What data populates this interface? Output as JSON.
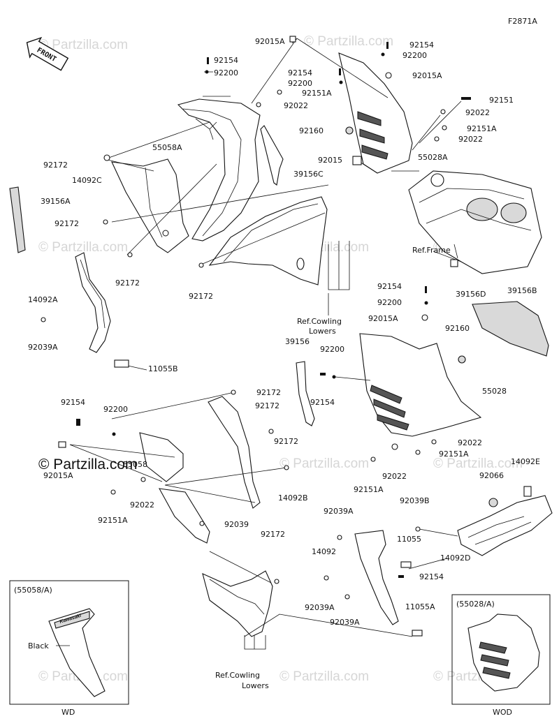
{
  "figure_code": "F2871A",
  "front_label": "FRONT",
  "watermark": "© Partzilla.com",
  "main_watermark": "© Partzilla.com",
  "labels": {
    "l92015A_top": "92015A",
    "l92154_a": "92154",
    "l92200_a": "92200",
    "l92154_b": "92154",
    "l92200_b": "92200",
    "l92154_c": "92154",
    "l92200_c": "92200",
    "l92015A_r": "92015A",
    "l92151A_a": "92151A",
    "l92022_a": "92022",
    "l92151_r": "92151",
    "l92022_r": "92022",
    "l92160_a": "92160",
    "l92151A_r": "92151A",
    "l92022_r2": "92022",
    "l55058A": "55058A",
    "l92015": "92015",
    "l55028A": "55028A",
    "l92172_a": "92172",
    "l14092C": "14092C",
    "l39156C": "39156C",
    "l39156A": "39156A",
    "l92172_b": "92172",
    "l92172_c": "92172",
    "l92172_d": "92172",
    "l14092A": "14092A",
    "l92039A_a": "92039A",
    "l11055B": "11055B",
    "ref_frame": "Ref.Frame",
    "l92154_d": "92154",
    "l39156D": "39156D",
    "l39156B": "39156B",
    "l92200_d": "92200",
    "l92015A_m": "92015A",
    "l92160_b": "92160",
    "ref_cowl_1": "Ref.Cowling",
    "ref_cowl_1b": "Lowers",
    "l39156": "39156",
    "l92200_e": "92200",
    "l92154_e": "92154",
    "l55028": "55028",
    "l92022_b": "92022",
    "l92151A_b": "92151A",
    "l92022_c": "92022",
    "l92151A_c": "92151A",
    "l92172_e": "92172",
    "l92172_f": "92172",
    "l92154_f": "92154",
    "l92200_f": "92200",
    "l92172_g": "92172",
    "l55058": "55058",
    "l92015A_l": "92015A",
    "l92022_d": "92022",
    "l14092B": "14092B",
    "l92151A_d": "92151A",
    "l92039": "92039",
    "l92172_h": "92172",
    "l14092E": "14092E",
    "l92066": "92066",
    "l92039B": "92039B",
    "l92039A_b": "92039A",
    "l11055": "11055",
    "l14092": "14092",
    "l14092D": "14092D",
    "l92154_g": "92154",
    "l92039A_c": "92039A",
    "l92039A_d": "92039A",
    "l11055A": "11055A",
    "ref_cowl_2": "Ref.Cowling",
    "ref_cowl_2b": "Lowers"
  },
  "inset_left": {
    "title": "(55058/A)",
    "label": "Black",
    "logo": "Kawasaki",
    "footer": "WD"
  },
  "inset_right": {
    "title": "(55028/A)",
    "footer": "WOD"
  }
}
